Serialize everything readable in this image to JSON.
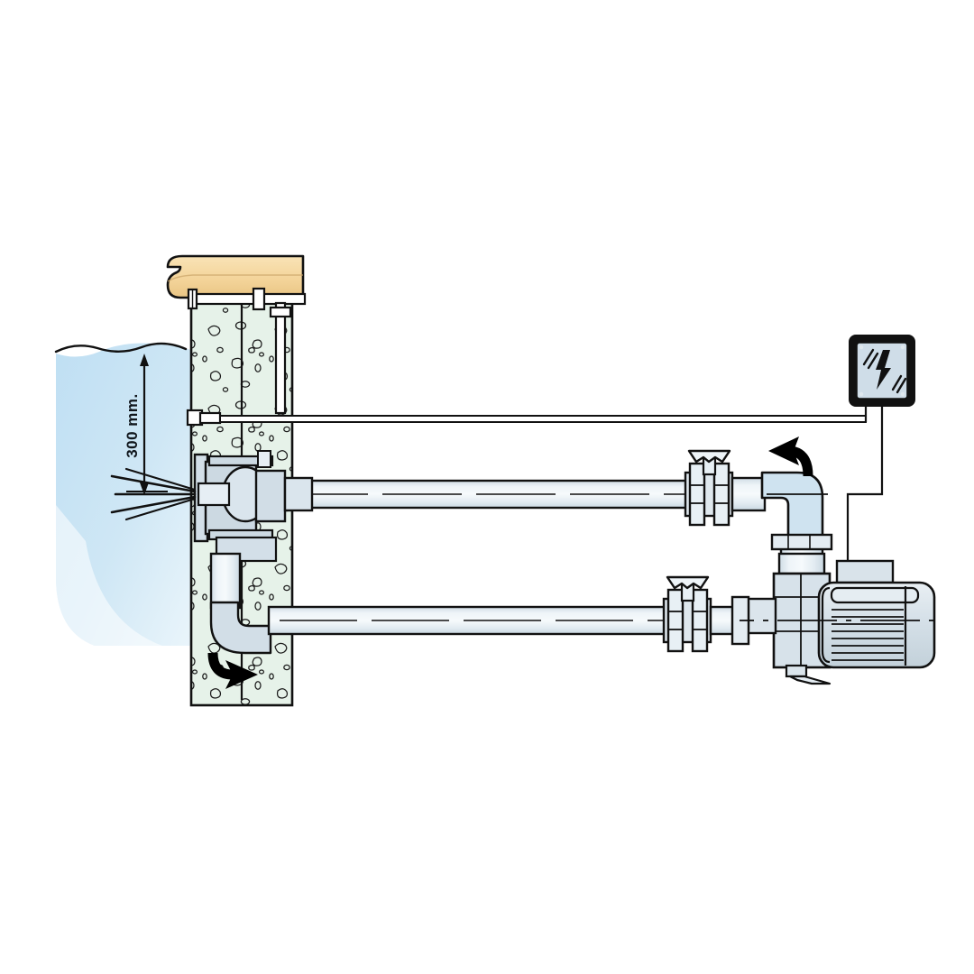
{
  "diagram": {
    "title": "Swimming pool counter-current swim jet installation — sectional view",
    "type": "technical-sectional-diagram",
    "background_color": "#ffffff"
  },
  "annotations": {
    "depth_dimension": {
      "label": "300 mm.",
      "value": 300,
      "unit": "mm",
      "meaning": "distance from water surface down to jet nozzle centreline",
      "orientation": "vertical",
      "arrow_style": "double-headed"
    }
  },
  "flow_arrows": [
    {
      "id": "return-flow-arrow",
      "label": "",
      "direction": "left",
      "shape": "curved",
      "location": "above discharge elbow at pump outlet",
      "color": "#000000"
    },
    {
      "id": "suction-flow-arrow",
      "label": "",
      "direction": "right",
      "shape": "curved",
      "location": "below suction line inside pool wall",
      "color": "#000000"
    }
  ],
  "components": {
    "pool_water": {
      "name": "pool-water",
      "fill_color": "#c5e2f2",
      "surface_style": "wavy-line"
    },
    "pool_wall": {
      "name": "concrete-pool-wall",
      "fill_color": "#e3f0e6",
      "texture": "aggregate-speckle",
      "stroke_color": "#111111"
    },
    "coping": {
      "name": "pool-coping-stone",
      "fill_color": "#f5d9a3",
      "stroke_color": "#111111"
    },
    "jet_fitting": {
      "name": "wall-jet-eyeball-fitting",
      "fill_color": "#ccd9e2",
      "has_spray": true,
      "spray_line_count": 5
    },
    "piping": {
      "name": "pvc-pipework",
      "fill_color": "#dfe8ee",
      "stroke_color": "#111111",
      "centerline_style": "dashed"
    },
    "upper_valve": {
      "name": "return-line-ball-valve",
      "handle_type": "t-handle",
      "fill_color": "#dfe8ee"
    },
    "lower_valve": {
      "name": "suction-line-ball-valve",
      "handle_type": "t-handle",
      "fill_color": "#dfe8ee"
    },
    "elbow": {
      "name": "discharge-elbow-90",
      "angle_degrees": 90,
      "fill_color": "#cfe3f0"
    },
    "pump": {
      "name": "centrifugal-pump-body",
      "fill_color": "#d7e2ea"
    },
    "motor": {
      "name": "electric-motor",
      "fill_color": "#d2dde4",
      "has_cooling_fins": true,
      "has_terminal_box": true,
      "has_mounting_foot": true
    },
    "control_box": {
      "name": "electrical-control-box",
      "symbol": "lightning-bolt-hazard",
      "fill_color": "#cfdde8",
      "frame_color": "#000000"
    },
    "conduit": {
      "name": "electrical-conduit-run",
      "stroke_color": "#111111",
      "route": "from wall top fitting horizontally right, then down to control box and pump"
    },
    "bonding_bar": {
      "name": "wall-top-bonding-bar",
      "fill_color": "#ffffff"
    }
  }
}
